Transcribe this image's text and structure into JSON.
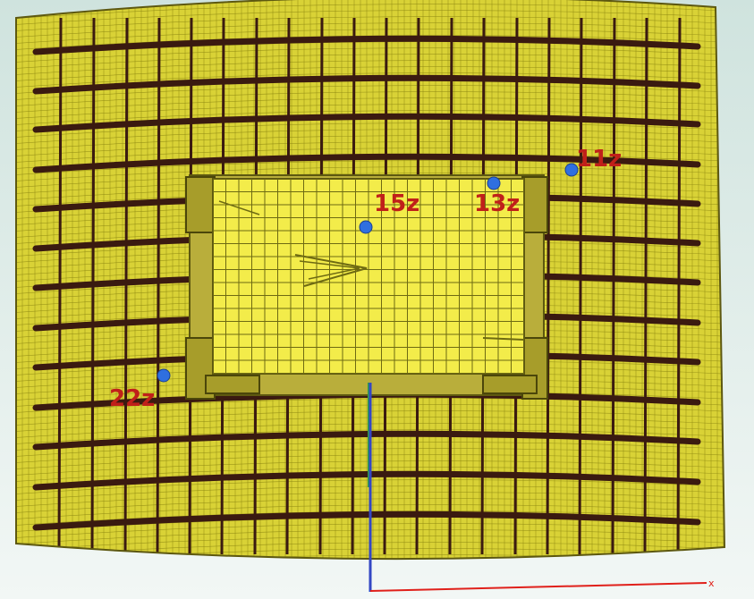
{
  "view": {
    "type": "fem-mesh-view",
    "colors": {
      "background_top": "#cfe3de",
      "background_bottom": "#f2f7f5",
      "skin": "#d9d236",
      "skin_mesh_line": "#8a8410",
      "stiffener": "#3a1a10",
      "window_panel": "#f3ec4a",
      "window_mesh_line": "#6e6a12",
      "frame": "#b9ae3b",
      "marker": "#2f6fe0",
      "label": "#c0201a",
      "axis_vertical": "#3347c4",
      "axis_vertical_accent": "#2f9a4a",
      "axis_horizontal": "#e0201a"
    }
  },
  "markers": [
    {
      "id": "11z",
      "label": "11z"
    },
    {
      "id": "13z",
      "label": "13z"
    },
    {
      "id": "15z",
      "label": "15z"
    },
    {
      "id": "22z",
      "label": "22z"
    }
  ],
  "axis_tick_label": "x"
}
